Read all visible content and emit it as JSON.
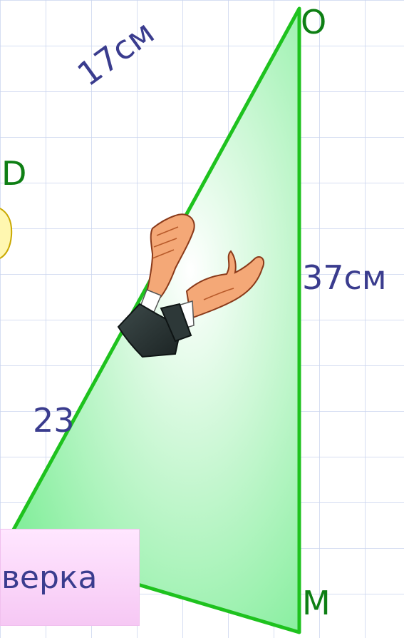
{
  "vertices": {
    "o": "O",
    "d": "D",
    "m": "M"
  },
  "measures": {
    "top_side": "17см",
    "right_side": "37см",
    "left_side": "23"
  },
  "check_button": {
    "label": "верка"
  },
  "colors": {
    "grid": "#c9d3ee",
    "triangle_fill": "#8af0a0",
    "triangle_stroke": "#1ec21e",
    "vertex_text": "#0e7f14",
    "measure_text": "#3a3c8e",
    "button_bg": "#f6c8f4",
    "bubble_fill": "#fff7b0"
  },
  "icons": {
    "decoration": "clapping-hands-icon"
  }
}
